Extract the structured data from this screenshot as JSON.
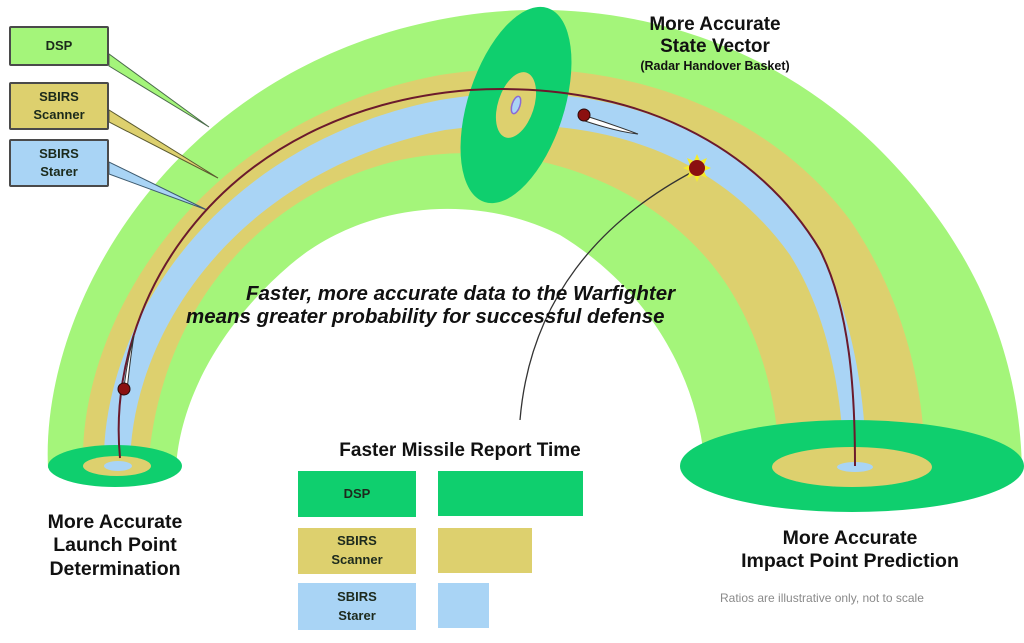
{
  "colors": {
    "dsp_band": "#a4f57a",
    "dsp_basket": "#0fcf6e",
    "scanner": "#ddd06e",
    "starer": "#a9d4f5",
    "trajectory": "#6b1a2c",
    "missile_dot": "#8b1010",
    "burst": "#f5ec2a"
  },
  "legend": {
    "items": [
      {
        "label": "DSP",
        "color": "#a4f57a"
      },
      {
        "label": "SBIRS\nScanner",
        "color": "#ddd06e"
      },
      {
        "label": "SBIRS\nStarer",
        "color": "#a9d4f5"
      }
    ]
  },
  "labels": {
    "state_vector_line1": "More Accurate",
    "state_vector_line2": "State Vector",
    "state_vector_sub": "(Radar Handover Basket)",
    "launch_line1": "More Accurate",
    "launch_line2": "Launch Point",
    "launch_line3": "Determination",
    "impact_line1": "More Accurate",
    "impact_line2": "Impact Point Prediction",
    "tagline_line1": "Faster, more accurate data to the Warfighter",
    "tagline_line2": "means greater probability for successful defense",
    "note": "Ratios are illustrative only, not to scale"
  },
  "report_time": {
    "title": "Faster Missile Report Time",
    "rows": [
      {
        "label": "DSP",
        "relative_time": 1.0,
        "color": "#0fcf6e"
      },
      {
        "label": "SBIRS\nScanner",
        "relative_time": 0.65,
        "color": "#ddd06e"
      },
      {
        "label": "SBIRS\nStarer",
        "relative_time": 0.35,
        "color": "#a9d4f5"
      }
    ]
  }
}
